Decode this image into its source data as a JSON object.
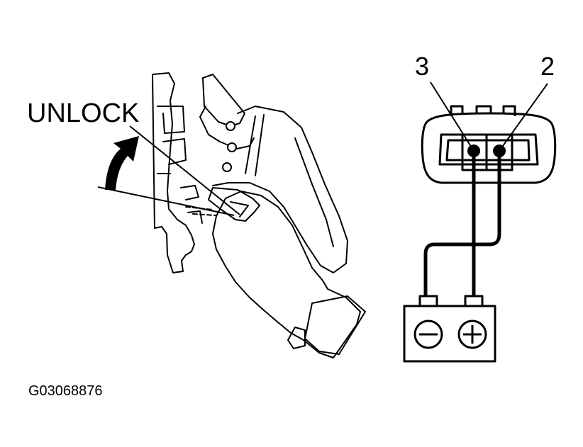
{
  "labels": {
    "unlock": "UNLOCK",
    "terminal_3": "3",
    "terminal_2": "2",
    "figure_code": "G03068876"
  },
  "battery": {
    "negative_symbol": "minus",
    "positive_symbol": "plus"
  },
  "icons": [
    "arrow-icon",
    "battery-icon",
    "connector-icon"
  ]
}
